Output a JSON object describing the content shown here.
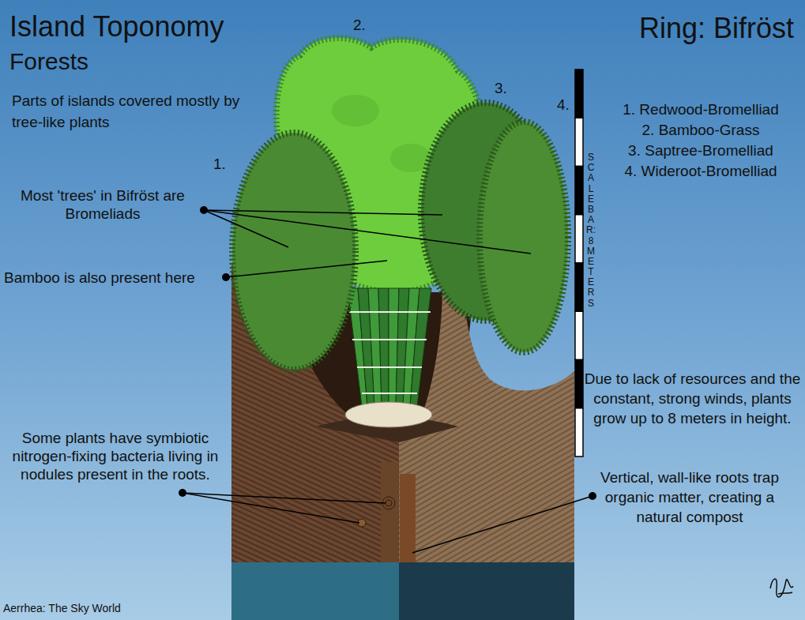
{
  "diagram": {
    "title": "Island Toponomy",
    "labels": [
      "Forests",
      "Parts of islands covered mostly by tree-like plants",
      "2.",
      "Ring: Bifröst",
      "3.",
      "4.",
      "1. Redwood-Bromelliad",
      "2. Bamboo-Grass",
      "3. Saptree-Bromelliad",
      "4. Wideroot-Bromelliad",
      "1.",
      "Most 'trees' in Bifröst are Bromeliads",
      "SCALE BAR: 8 METERS",
      "Bamboo is also present here",
      "Due to lack of resources and the constant, strong winds, plants grow up to 8 meters in height.",
      "Some plants have symbiotic nitrogen-fixing bacteria living in nodules present in the roots.",
      "Vertical, wall-like roots trap organic matter, creating a natural compost",
      "Aerrhea: The Sky World"
    ]
  }
}
